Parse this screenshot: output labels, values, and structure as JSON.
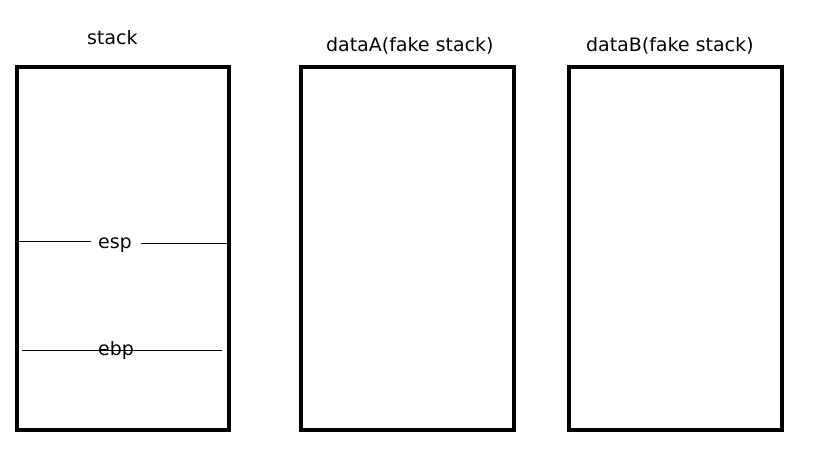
{
  "diagram": {
    "stack": {
      "title": "stack",
      "markers": {
        "esp": "esp",
        "ebp": "ebp"
      }
    },
    "dataA": {
      "title": "dataA(fake stack)"
    },
    "dataB": {
      "title": "dataB(fake stack)"
    }
  }
}
